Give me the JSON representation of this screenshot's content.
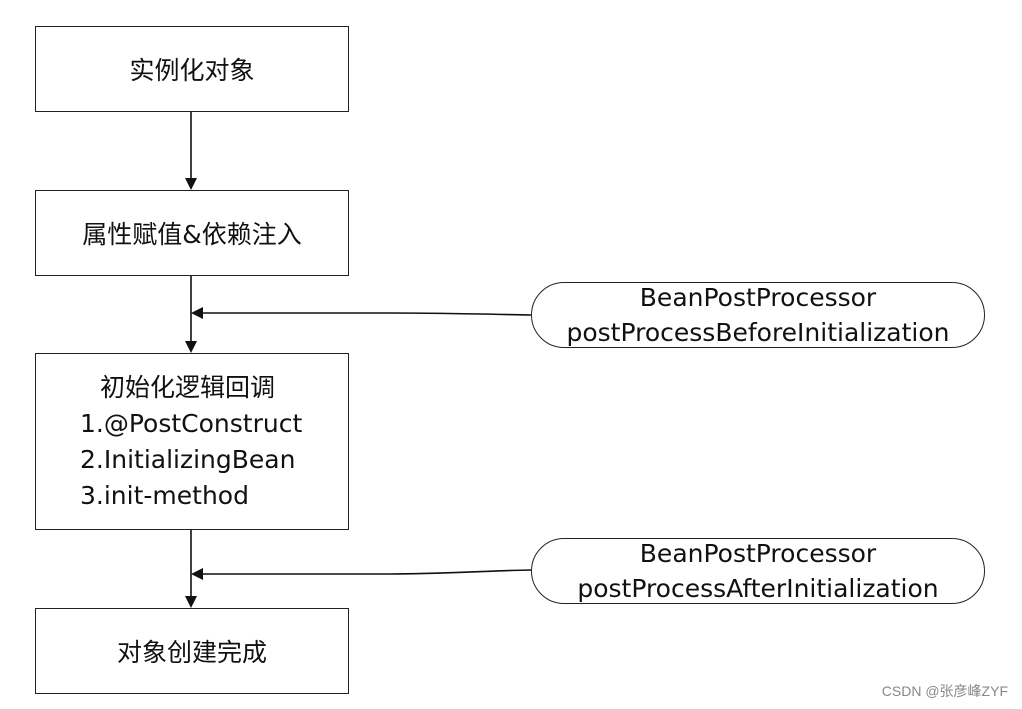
{
  "nodes": {
    "instantiate": "实例化对象",
    "populate": "属性赋值&依赖注入",
    "init": {
      "title": "初始化逻辑回调",
      "items": [
        "1.@PostConstruct",
        "2.InitializingBean",
        "3.init-method"
      ]
    },
    "complete": "对象创建完成"
  },
  "processors": {
    "before": {
      "line1": "BeanPostProcessor",
      "line2": "postProcessBeforeInitialization"
    },
    "after": {
      "line1": "BeanPostProcessor",
      "line2": "postProcessAfterInitialization"
    }
  },
  "watermark": "CSDN @张彦峰ZYF"
}
